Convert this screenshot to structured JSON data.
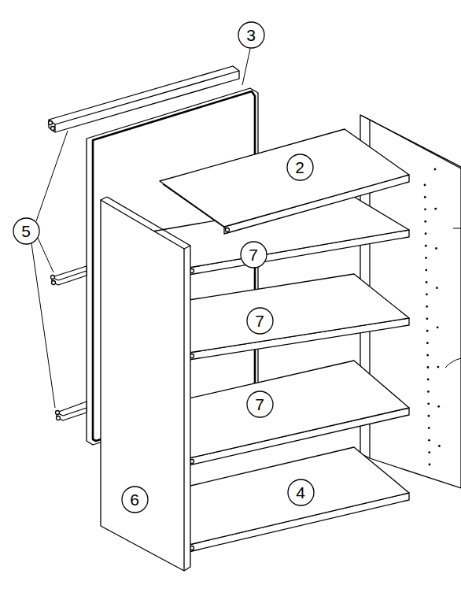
{
  "diagram": {
    "nodes": [
      {
        "text": [
          "3"
        ]
      },
      {
        "text": [
          "5"
        ]
      },
      {
        "text": [
          "2"
        ]
      },
      {
        "text": [
          "7"
        ]
      },
      {
        "text": [
          "7"
        ]
      },
      {
        "text": [
          "7"
        ]
      },
      {
        "text": [
          "6"
        ]
      },
      {
        "text": [
          "4"
        ]
      }
    ]
  }
}
